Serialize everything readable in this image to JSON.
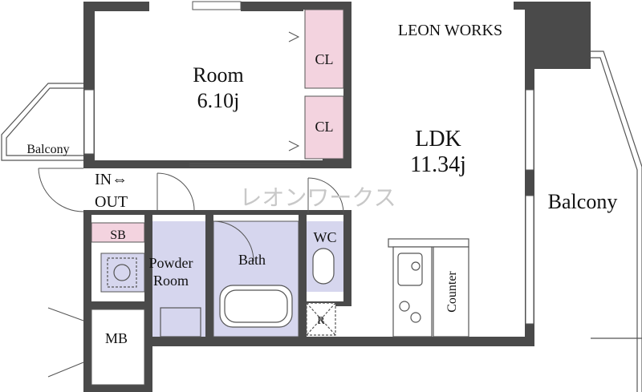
{
  "brand": "LEON WORKS",
  "watermark": "レオンワークス",
  "rooms": {
    "room": {
      "name": "Room",
      "size": "6.10j"
    },
    "ldk": {
      "name": "LDK",
      "size": "11.34j"
    },
    "cl1": "CL",
    "cl2": "CL",
    "entrance_in": "IN⇔",
    "entrance_out": "OUT",
    "sb": "SB",
    "powder_1": "Powder",
    "powder_2": "Room",
    "bath": "Bath",
    "wc": "WC",
    "counter": "Counter",
    "refrigerator": "R",
    "mb": "MB",
    "balcony_left": "Balcony",
    "balcony_right": "Balcony"
  },
  "colors": {
    "wall": "#4a4a4a",
    "closet": "#f3d3df",
    "wet_area": "#d6d6ee",
    "floor": "#ffffff",
    "line": "#555555",
    "watermark": "#c8c8c8"
  }
}
